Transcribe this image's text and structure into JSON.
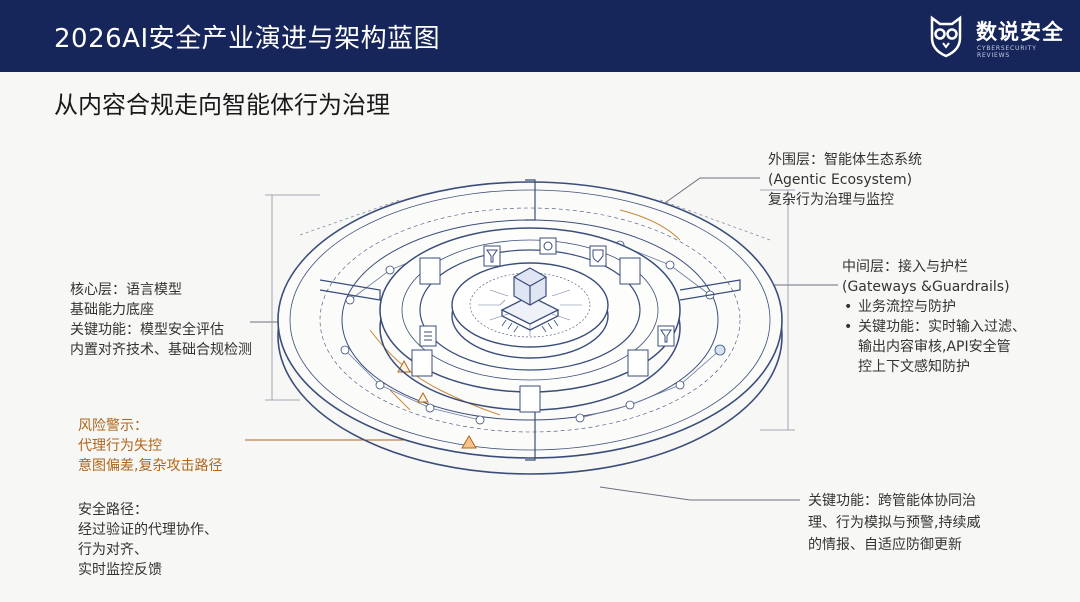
{
  "header": {
    "title": "2026AI安全产业演进与架构蓝图",
    "logo_name": "数说安全",
    "logo_sub": "CYBERSECURITY REVIEWS"
  },
  "subtitle": "从内容合规走向智能体行为治理",
  "annotations": {
    "outer": {
      "title": "外围层：智能体生态系统",
      "en": "(Agentic Ecosystem)",
      "desc": "复杂行为治理与监控"
    },
    "middle": {
      "title": "中间层：接入与护栏",
      "en": "(Gateways &Guardrails)",
      "bullet1": "业务流控与防护",
      "bullet2_l1": "关键功能：实时输入过滤、",
      "bullet2_l2": "输出内容审核,API安全管",
      "bullet2_l3": "控上下文感知防护"
    },
    "core": {
      "l1": "核心层：语言模型",
      "l2": "基础能力底座",
      "l3": "关键功能：模型安全评估",
      "l4": "内置对齐技术、基础合规检测"
    },
    "risk": {
      "l1": "风险警示：",
      "l2": "代理行为失控",
      "l3": "意图偏差,复杂攻击路径"
    },
    "safe": {
      "l1": "安全路径：",
      "l2": "经过验证的代理协作、",
      "l3": "行为对齐、",
      "l4": "实时监控反馈"
    },
    "bottom": {
      "l1": "关键功能：跨管能体协同治",
      "l2": "理、行为模拟与预警,持续威",
      "l3": "的情报、自适应防御更新"
    }
  },
  "colors": {
    "header_bg": "#16255a",
    "line": "#3b4e7a",
    "risk": "#b0661c",
    "accent_blue": "#4a73c9"
  }
}
